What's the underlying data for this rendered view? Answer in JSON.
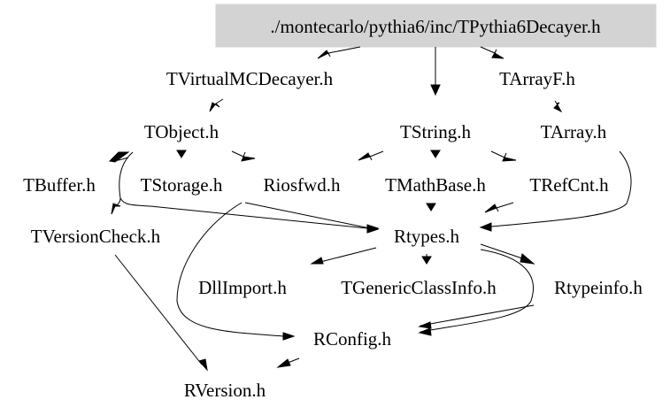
{
  "diagram": {
    "type": "include-dependency-graph",
    "root": "./montecarlo/pythia6/inc/TPythia6Decayer.h",
    "root_fill": "#d3d3d3",
    "nodes": [
      {
        "id": "root",
        "label": "./montecarlo/pythia6/inc/TPythia6Decayer.h"
      },
      {
        "id": "TVirtualMCDecayer",
        "label": "TVirtualMCDecayer.h"
      },
      {
        "id": "TArrayF",
        "label": "TArrayF.h"
      },
      {
        "id": "TObject",
        "label": "TObject.h"
      },
      {
        "id": "TString",
        "label": "TString.h"
      },
      {
        "id": "TArray",
        "label": "TArray.h"
      },
      {
        "id": "TBuffer",
        "label": "TBuffer.h"
      },
      {
        "id": "TStorage",
        "label": "TStorage.h"
      },
      {
        "id": "Riosfwd",
        "label": "Riosfwd.h"
      },
      {
        "id": "TMathBase",
        "label": "TMathBase.h"
      },
      {
        "id": "TRefCnt",
        "label": "TRefCnt.h"
      },
      {
        "id": "TVersionCheck",
        "label": "TVersionCheck.h"
      },
      {
        "id": "Rtypes",
        "label": "Rtypes.h"
      },
      {
        "id": "DllImport",
        "label": "DllImport.h"
      },
      {
        "id": "TGenericClassInfo",
        "label": "TGenericClassInfo.h"
      },
      {
        "id": "Rtypeinfo",
        "label": "Rtypeinfo.h"
      },
      {
        "id": "RConfig",
        "label": "RConfig.h"
      },
      {
        "id": "RVersion",
        "label": "RVersion.h"
      }
    ],
    "edges": [
      {
        "from": "root",
        "to": "TVirtualMCDecayer"
      },
      {
        "from": "root",
        "to": "TString"
      },
      {
        "from": "root",
        "to": "TArrayF"
      },
      {
        "from": "TVirtualMCDecayer",
        "to": "TObject"
      },
      {
        "from": "TArrayF",
        "to": "TArray"
      },
      {
        "from": "TObject",
        "to": "TStorage"
      },
      {
        "from": "TObject",
        "to": "Riosfwd"
      },
      {
        "from": "TObject",
        "to": "TVersionCheck"
      },
      {
        "from": "TObject",
        "to": "Rtypes"
      },
      {
        "from": "TBuffer",
        "to": "TObject"
      },
      {
        "from": "TString",
        "to": "Riosfwd"
      },
      {
        "from": "TString",
        "to": "TMathBase"
      },
      {
        "from": "TString",
        "to": "TRefCnt"
      },
      {
        "from": "TArray",
        "to": "Rtypes"
      },
      {
        "from": "TMathBase",
        "to": "Rtypes"
      },
      {
        "from": "TRefCnt",
        "to": "Rtypes"
      },
      {
        "from": "Riosfwd",
        "to": "Rtypes"
      },
      {
        "from": "Riosfwd",
        "to": "RConfig"
      },
      {
        "from": "TVersionCheck",
        "to": "RVersion"
      },
      {
        "from": "Rtypes",
        "to": "DllImport"
      },
      {
        "from": "Rtypes",
        "to": "TGenericClassInfo"
      },
      {
        "from": "Rtypes",
        "to": "Rtypeinfo"
      },
      {
        "from": "Rtypes",
        "to": "RConfig"
      },
      {
        "from": "Rtypeinfo",
        "to": "RConfig"
      },
      {
        "from": "RConfig",
        "to": "RVersion"
      }
    ]
  }
}
